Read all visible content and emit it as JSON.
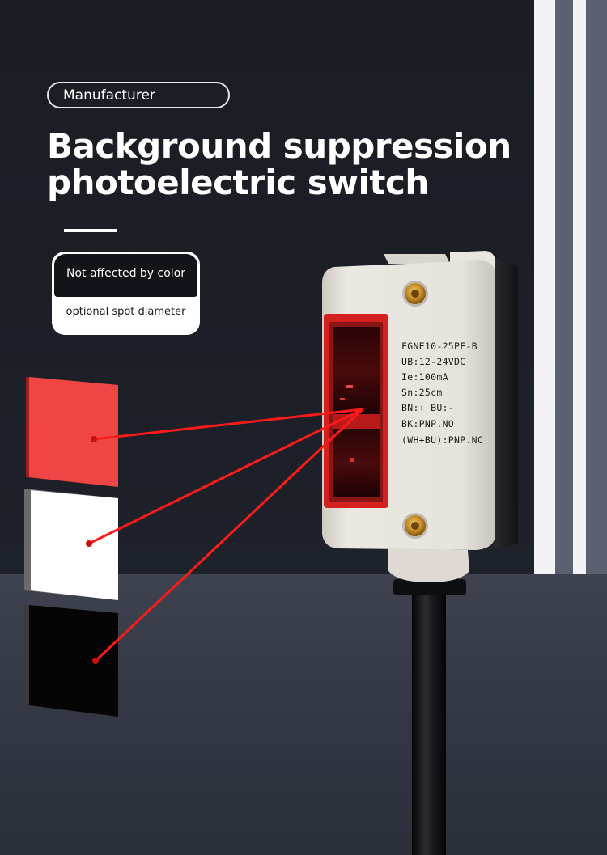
{
  "header": {
    "manufacturer_label": "Manufacturer",
    "title_line_1": "Background suppression",
    "title_line_2": "photoelectric switch"
  },
  "features": {
    "primary": "Not affected by color",
    "secondary": "optional spot diameter"
  },
  "sensor": {
    "model": "FGNE10-25PF-B",
    "voltage": "UB:12-24VDC",
    "current": "Ie:100mA",
    "range": "Sn:25cm",
    "wiring_power": "BN:+  BU:-",
    "wiring_no": "BK:PNP.NO",
    "wiring_nc": "(WH+BU):PNP.NC"
  },
  "samples": [
    {
      "name": "red",
      "color": "#f04545"
    },
    {
      "name": "white",
      "color": "#ffffff"
    },
    {
      "name": "black",
      "color": "#050505"
    }
  ],
  "colors": {
    "beam": "#ff1a1a",
    "lens_frame": "#d42020",
    "sensor_body": "#e4e1da",
    "brass_screw": "#c9952e"
  }
}
